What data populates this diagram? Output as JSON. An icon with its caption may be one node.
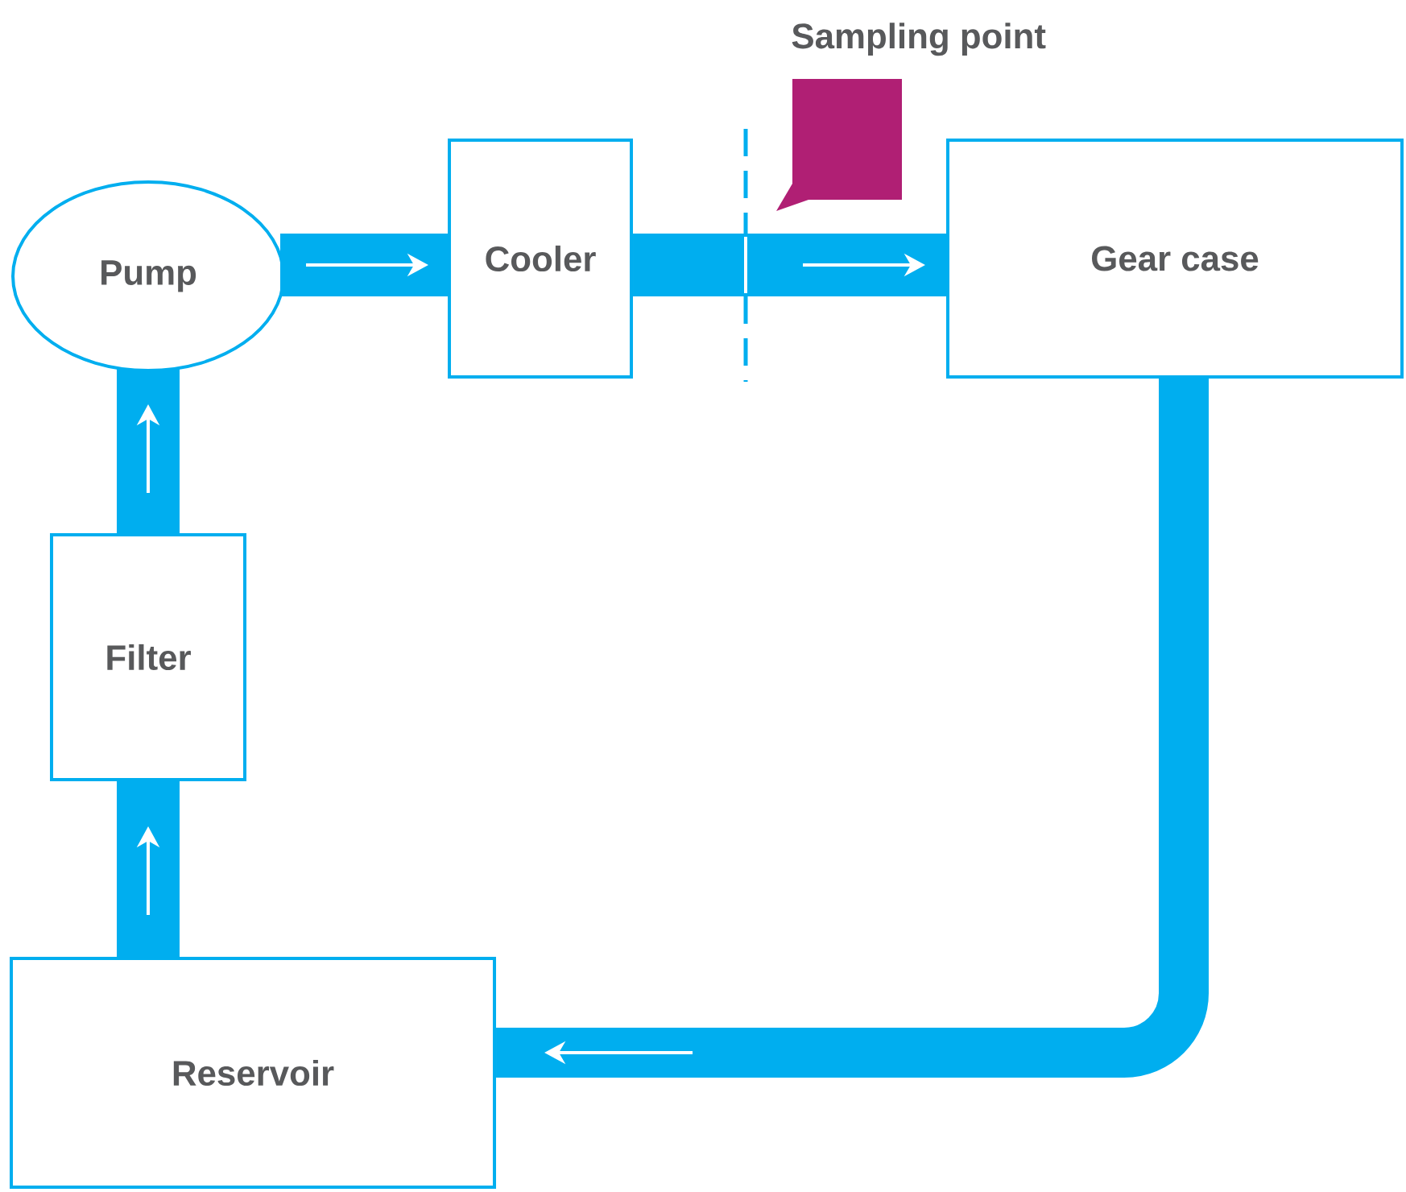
{
  "diagram": {
    "nodes": [
      {
        "text": [
          "Pump"
        ]
      },
      {
        "text": [
          "Cooler"
        ]
      },
      {
        "text": [
          "Gear case"
        ]
      },
      {
        "text": [
          "Filter"
        ]
      },
      {
        "text": [
          "Reservoir"
        ]
      }
    ],
    "edges": [
      {
        "from": 0,
        "to": 1,
        "arrow": "to"
      },
      {
        "from": 1,
        "to": 2,
        "arrow": "to"
      },
      {
        "from": 2,
        "to": 4,
        "arrow": "to"
      },
      {
        "from": 4,
        "to": 3,
        "arrow": "to"
      },
      {
        "from": 3,
        "to": 0,
        "arrow": "to"
      }
    ],
    "labels": [
      "Sampling point"
    ]
  }
}
